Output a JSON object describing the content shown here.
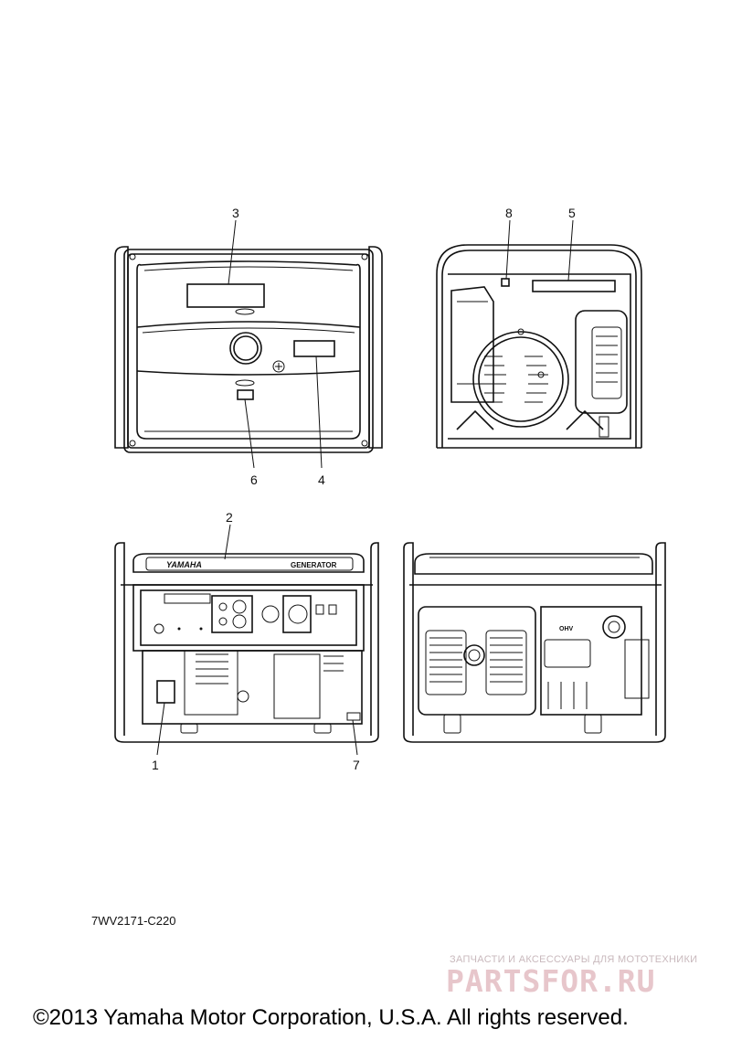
{
  "callouts": [
    "1",
    "2",
    "3",
    "4",
    "5",
    "6",
    "7",
    "8"
  ],
  "panel_text": {
    "brand": "YAMAHA",
    "model": "GENERATOR",
    "badge": "OHV"
  },
  "reference_code": "7WV2171-C220",
  "watermark": {
    "tagline": "ЗАПЧАСТИ И АКСЕССУАРЫ ДЛЯ МОТОТЕХНИКИ",
    "logo": "PARTSFOR.RU"
  },
  "copyright": "©2013 Yamaha Motor Corporation, U.S.A. All rights reserved."
}
